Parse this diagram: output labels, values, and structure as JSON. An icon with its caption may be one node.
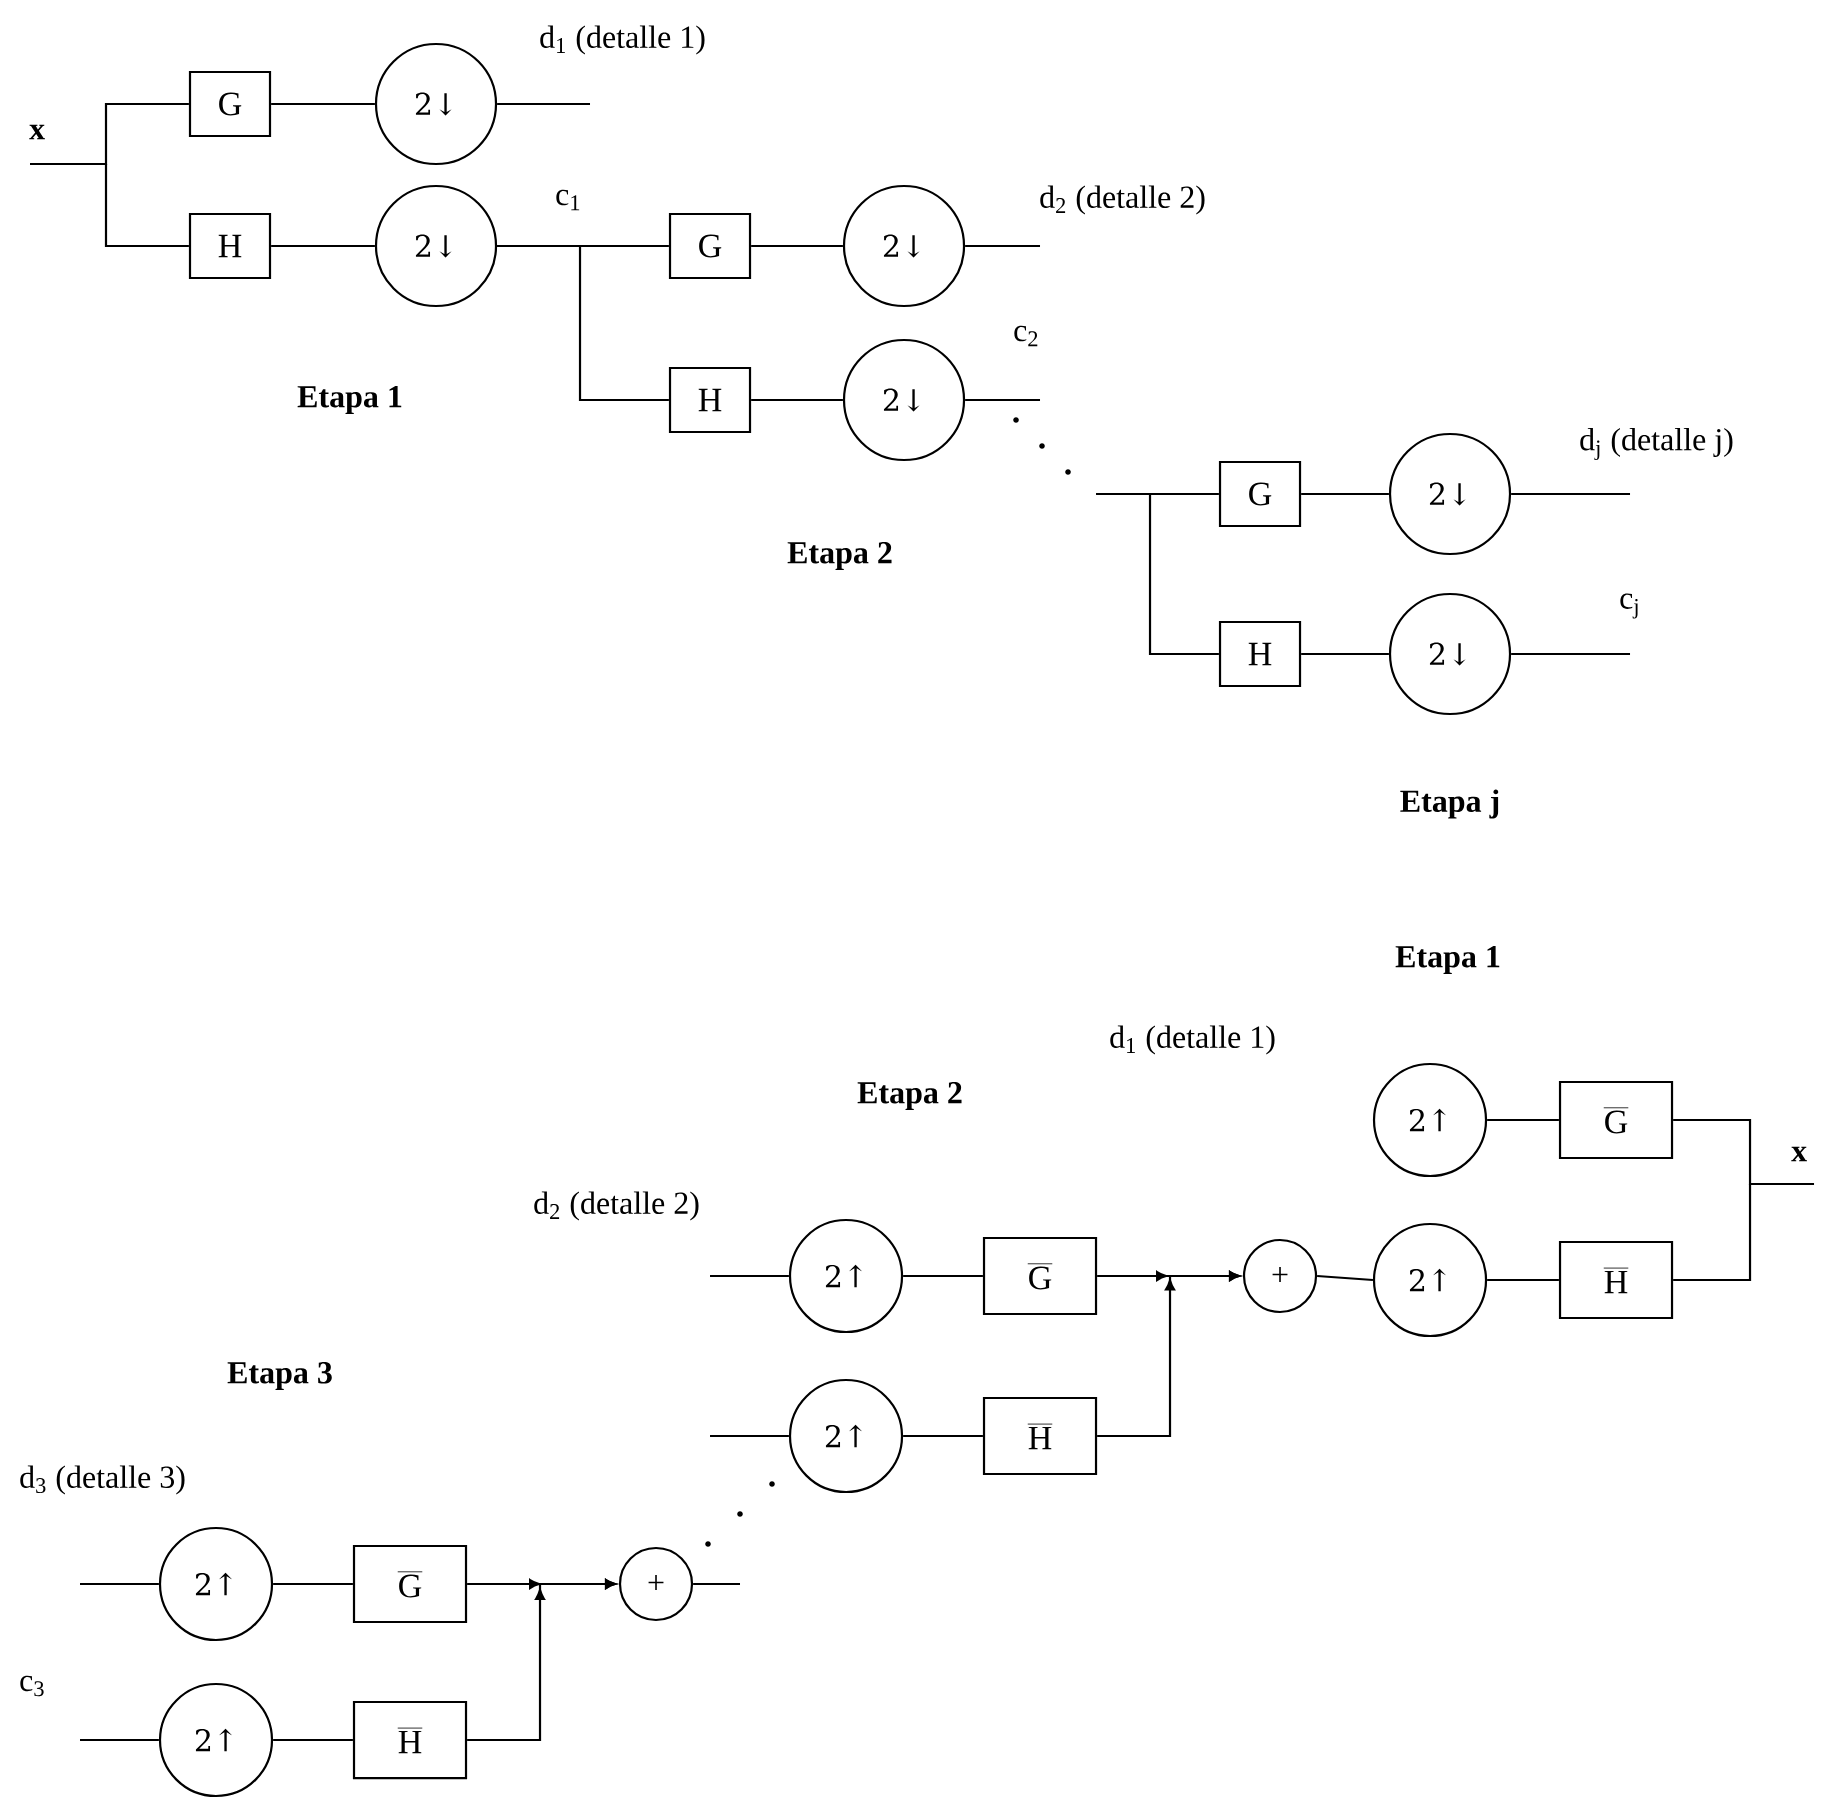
{
  "diagram": {
    "nodes": [
      {
        "text": [
          "G"
        ]
      },
      {
        "text": [
          "2↓"
        ]
      },
      {
        "text": [
          "H"
        ]
      },
      {
        "text": [
          "2↓"
        ]
      },
      {
        "text": [
          "G"
        ]
      },
      {
        "text": [
          "2↓"
        ]
      },
      {
        "text": [
          "H"
        ]
      },
      {
        "text": [
          "2↓"
        ]
      },
      {
        "text": [
          "G"
        ]
      },
      {
        "text": [
          "2↓"
        ]
      },
      {
        "text": [
          "H"
        ]
      },
      {
        "text": [
          "2↓"
        ]
      },
      {
        "text": [
          "2↑"
        ]
      },
      {
        "text": [
          "\\overline{\\mathrm{G}}"
        ]
      },
      {
        "text": [
          "2↑"
        ]
      },
      {
        "text": [
          "\\overline{\\mathrm{H}}"
        ]
      },
      {
        "text": [
          "2↑"
        ]
      },
      {
        "text": [
          "\\overline{\\mathrm{G}}"
        ]
      },
      {
        "text": [
          "2↑"
        ]
      },
      {
        "text": [
          "\\overline{\\mathrm{H}}"
        ]
      },
      {
        "text": [
          "+"
        ]
      },
      {
        "text": [
          "2↑"
        ]
      },
      {
        "text": [
          "\\overline{\\mathrm{G}}"
        ]
      },
      {
        "text": [
          "2↑"
        ]
      },
      {
        "text": [
          "\\overline{\\mathrm{H}}"
        ]
      },
      {
        "text": [
          "+"
        ]
      }
    ],
    "edges": [
      {
        "from": null,
        "to": 0,
        "arrow": "none"
      },
      {
        "from": null,
        "to": 2,
        "arrow": "none"
      },
      {
        "from": 0,
        "to": 1,
        "arrow": "none"
      },
      {
        "from": 1,
        "to": null,
        "arrow": "none"
      },
      {
        "from": 2,
        "to": 3,
        "arrow": "none"
      },
      {
        "from": 3,
        "to": 4,
        "arrow": "none"
      },
      {
        "from": 3,
        "to": 6,
        "arrow": "none"
      },
      {
        "from": 4,
        "to": 5,
        "arrow": "none"
      },
      {
        "from": 5,
        "to": null,
        "arrow": "none"
      },
      {
        "from": 6,
        "to": 7,
        "arrow": "none"
      },
      {
        "from": 7,
        "to": null,
        "arrow": "none"
      },
      {
        "from": null,
        "to": 8,
        "arrow": "none"
      },
      {
        "from": null,
        "to": 10,
        "arrow": "none"
      },
      {
        "from": 8,
        "to": 9,
        "arrow": "none"
      },
      {
        "from": 9,
        "to": null,
        "arrow": "none"
      },
      {
        "from": 10,
        "to": 11,
        "arrow": "none"
      },
      {
        "from": 11,
        "to": null,
        "arrow": "none"
      },
      {
        "from": 12,
        "to": 13,
        "arrow": "none"
      },
      {
        "from": 13,
        "to": null,
        "arrow": "none"
      },
      {
        "from": 15,
        "to": null,
        "arrow": "none"
      },
      {
        "from": 14,
        "to": 15,
        "arrow": "none"
      },
      {
        "from": 20,
        "to": 14,
        "arrow": "none"
      },
      {
        "from": null,
        "to": 16,
        "arrow": "none"
      },
      {
        "from": 16,
        "to": 17,
        "arrow": "none"
      },
      {
        "from": 17,
        "to": 20,
        "arrow": "to"
      },
      {
        "from": 19,
        "to": 20,
        "arrow": "to"
      },
      {
        "from": null,
        "to": 18,
        "arrow": "none"
      },
      {
        "from": 18,
        "to": 19,
        "arrow": "none"
      },
      {
        "from": null,
        "to": 21,
        "arrow": "none"
      },
      {
        "from": 21,
        "to": 22,
        "arrow": "none"
      },
      {
        "from": 22,
        "to": 25,
        "arrow": "to"
      },
      {
        "from": 24,
        "to": 25,
        "arrow": "to"
      },
      {
        "from": null,
        "to": 23,
        "arrow": "none"
      },
      {
        "from": 23,
        "to": 24,
        "arrow": "none"
      },
      {
        "from": 25,
        "to": null,
        "arrow": "none"
      }
    ],
    "labels": [
      "d$_{1}$ (detalle 1)",
      "x",
      "c$_{1}$",
      "d$_{2}$ (detalle 2)",
      "Etapa 1",
      "c$_{2}$",
      "d$_{j}$ (detalle j)",
      "Etapa 2",
      "c$_{j}$",
      "Etapa j",
      "Etapa 1",
      "d$_{1}$ (detalle 1)",
      "Etapa 2",
      "x",
      "d$_{2}$ (detalle 2)",
      "Etapa 3",
      "d$_{3}$ (detalle 3)",
      "c$_{3}$"
    ]
  }
}
